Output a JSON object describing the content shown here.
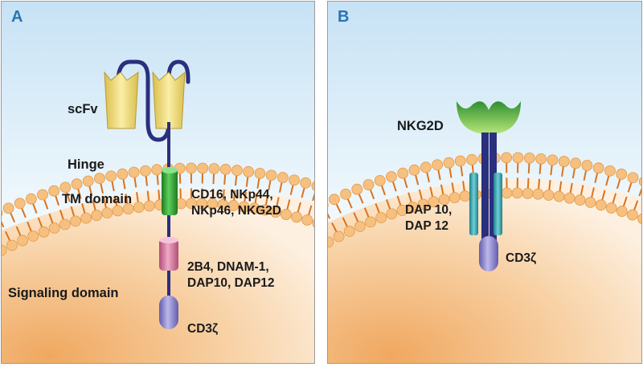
{
  "panel_a": {
    "letter": "A",
    "scfv_label": "scFv",
    "hinge_label": "Hinge",
    "tm_label": "TM domain",
    "tm_domains": [
      "CD16, NKp44,",
      "NKp46, NKG2D"
    ],
    "signaling_label": "Signaling domain",
    "costim_domains": [
      "2B4, DNAM-1,",
      "DAP10, DAP12"
    ],
    "cd3z_label": "CD3ζ"
  },
  "panel_b": {
    "letter": "B",
    "receptor_label": "NKG2D",
    "adaptor_labels": [
      "DAP 10,",
      "DAP 12"
    ],
    "cd3z_label": "CD3ζ"
  },
  "colors": {
    "panel_letter": "#2a74b4",
    "membrane": "#e8862a",
    "cytoplasm": "#f6c58c",
    "scfv": "#f3dc7a",
    "stalk": "#2a2f7e",
    "tm": "#2f9e2f",
    "costim": "#d57aa0",
    "cd3z": "#8b86c7",
    "nkg2d": "#7cc23a",
    "dap": "#3aa6b0"
  }
}
